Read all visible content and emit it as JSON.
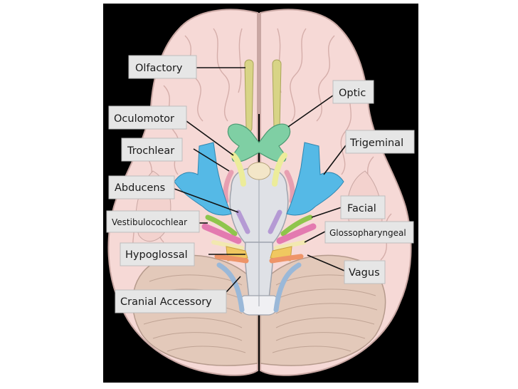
{
  "labels": {
    "olfactory": "Olfactory",
    "optic": "Optic",
    "oculomotor": "Oculomotor",
    "trigeminal": "Trigeminal",
    "trochlear": "Trochlear",
    "abducens": "Abducens",
    "facial": "Facial",
    "vestibulocochlear": "Vestibulocochlear",
    "glossopharyngeal": "Glossopharyngeal",
    "hypoglossal": "Hypoglossal",
    "vagus": "Vagus",
    "cranial_accessory": "Cranial Accessory"
  },
  "colors": {
    "background_panel": "#000000",
    "cerebrum": "#f6d9d6",
    "cerebrum_outline": "#c9a7a3",
    "cerebellum": "#e3c9ba",
    "brainstem": "#dfe1e6",
    "olfactory_nerve": "#d8d486",
    "optic_nerve": "#7fcfa4",
    "oculomotor_nerve": "#ecec9a",
    "trigeminal_nerve": "#55b9e6",
    "trochlear_nerve": "#e79fb1",
    "abducens_nerve": "#b59ad4",
    "facial_nerve": "#8fc54c",
    "vestibulocochlear_nerve": "#e37ab0",
    "glossopharyngeal_nerve": "#f2e8b0",
    "vagus_nerve": "#ee9468",
    "hypoglossal_nerve": "#f0c860",
    "accessory_nerve": "#9ab8d8"
  }
}
